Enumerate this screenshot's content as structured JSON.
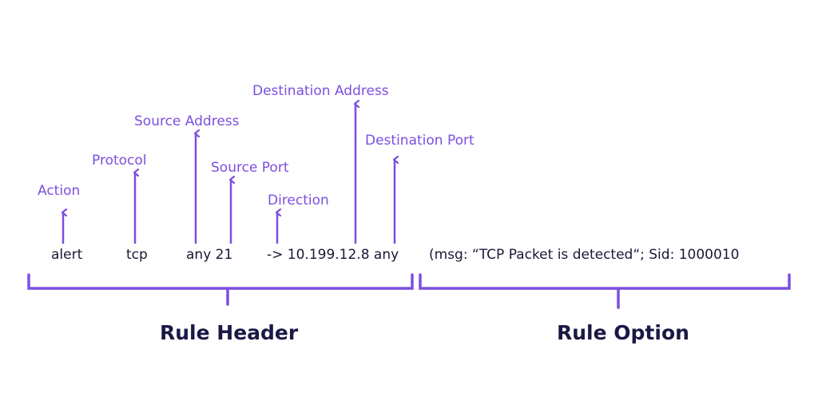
{
  "accent_color": "#7b4fe0",
  "text_color": "#1c1636",
  "heading_color": "#1b1845",
  "labels": {
    "action": "Action",
    "protocol": "Protocol",
    "source_address": "Source Address",
    "source_port": "Source Port",
    "direction": "Direction",
    "destination_address": "Destination Address",
    "destination_port": "Destination Port"
  },
  "rule": {
    "action": "alert",
    "protocol": "tcp",
    "source": "any 21",
    "destination": "-> 10.199.12.8 any",
    "options": "(msg: “TCP Packet is detected“; Sid: 1000010"
  },
  "sections": {
    "header": "Rule Header",
    "option": "Rule Option"
  }
}
